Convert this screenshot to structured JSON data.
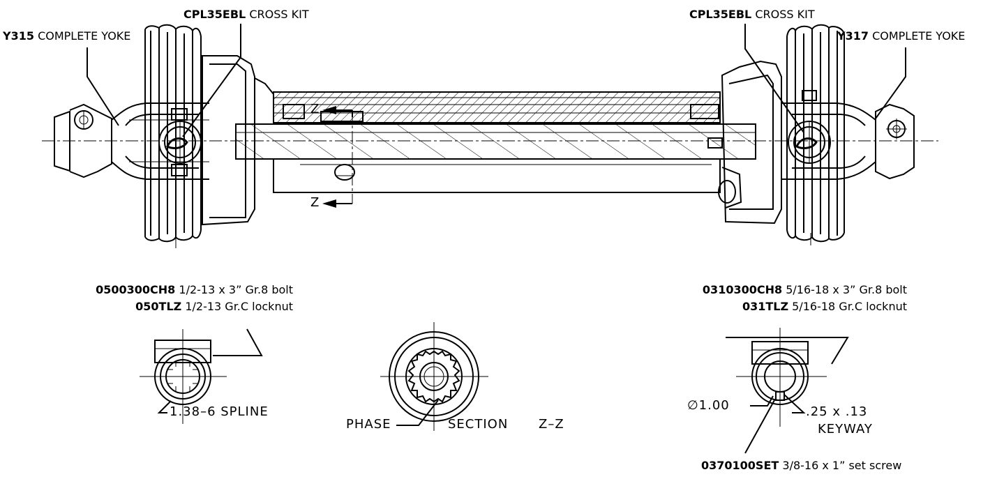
{
  "labels": {
    "cross_kit_left": {
      "code": "CPL35EBL",
      "text": "CROSS KIT"
    },
    "cross_kit_right": {
      "code": "CPL35EBL",
      "text": "CROSS KIT"
    },
    "yoke_left": {
      "code": "Y315",
      "text": "COMPLETE YOKE"
    },
    "yoke_right": {
      "code": "Y317",
      "text": "COMPLETE YOKE"
    },
    "bolt_left": {
      "code": "0500300CH8",
      "text": "1/2-13 x 3” Gr.8 bolt"
    },
    "locknut_left": {
      "code": "050TLZ",
      "text": "1/2-13 Gr.C locknut"
    },
    "bolt_right": {
      "code": "0310300CH8",
      "text": "5/16-18 x 3” Gr.8 bolt"
    },
    "locknut_right": {
      "code": "031TLZ",
      "text": "5/16-18 Gr.C locknut"
    },
    "set_screw": {
      "code": "0370100SET",
      "text": "3/8-16 x 1” set screw"
    }
  },
  "annotations": {
    "section_mark_top": "Z",
    "section_mark_bottom": "Z",
    "spline": "1.38–6  SPLINE",
    "phase": "PHASE",
    "section": "SECTION",
    "section_id": "Z–Z",
    "diameter": "∅1.00",
    "keyway_size": ".25  x  .13",
    "keyway": "KEYWAY"
  }
}
